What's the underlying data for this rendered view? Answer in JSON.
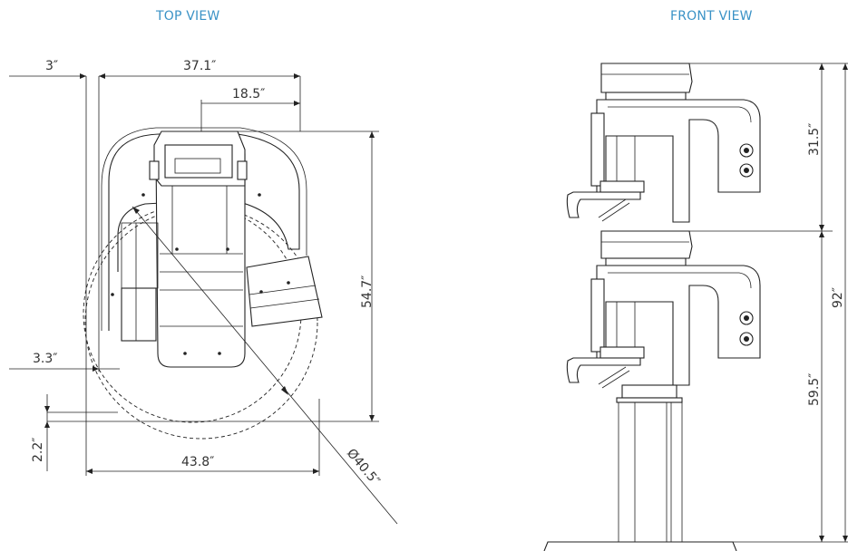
{
  "titles": {
    "top_view": "TOP VIEW",
    "front_view": "FRONT VIEW"
  },
  "top_view_dims": {
    "left_offset": "3″",
    "width_top": "37.1″",
    "half_width": "18.5″",
    "depth": "54.7″",
    "left_gap": "3.3″",
    "bottom_gap": "2.2″",
    "width_bottom": "43.8″",
    "diameter": "Ø40.5″"
  },
  "front_view_dims": {
    "upper_height": "31.5″",
    "lower_height": "59.5″",
    "total_height": "92″"
  },
  "colors": {
    "title": "#3a92c6",
    "lines": "#222222",
    "text": "#333333"
  }
}
